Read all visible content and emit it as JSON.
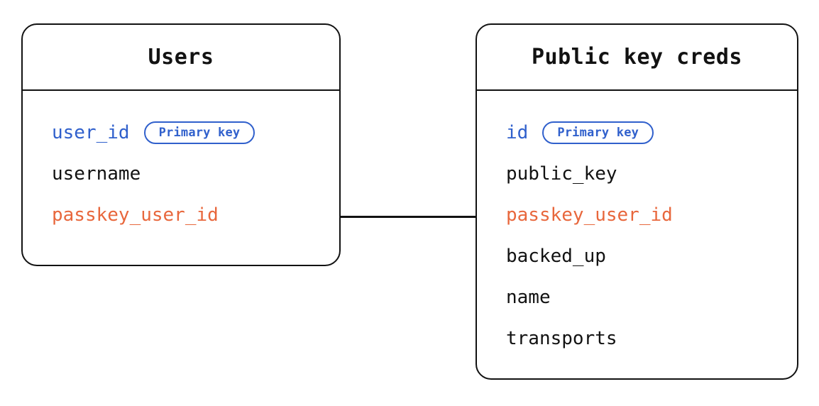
{
  "diagram": {
    "type": "entity-relationship-diagram",
    "background_color": "#ffffff",
    "colors": {
      "primary_key": "#3060cc",
      "foreign_key": "#e8673c",
      "text": "#121212",
      "border": "#121212"
    },
    "entities": [
      {
        "id": "users",
        "title": "Users",
        "fields": [
          {
            "name": "user_id",
            "role": "primary_key",
            "badge": "Primary key"
          },
          {
            "name": "username",
            "role": "plain",
            "badge": null
          },
          {
            "name": "passkey_user_id",
            "role": "foreign_key",
            "badge": null
          }
        ]
      },
      {
        "id": "public-key-creds",
        "title": "Public key creds",
        "fields": [
          {
            "name": "id",
            "role": "primary_key",
            "badge": "Primary key"
          },
          {
            "name": "public_key",
            "role": "plain",
            "badge": null
          },
          {
            "name": "passkey_user_id",
            "role": "foreign_key",
            "badge": null
          },
          {
            "name": "backed_up",
            "role": "plain",
            "badge": null
          },
          {
            "name": "name",
            "role": "plain",
            "badge": null
          },
          {
            "name": "transports",
            "role": "plain",
            "badge": null
          }
        ]
      }
    ],
    "relationships": [
      {
        "from_entity": "users",
        "from_field": "passkey_user_id",
        "to_entity": "public-key-creds",
        "to_field": "passkey_user_id",
        "style": "solid-line"
      }
    ]
  }
}
